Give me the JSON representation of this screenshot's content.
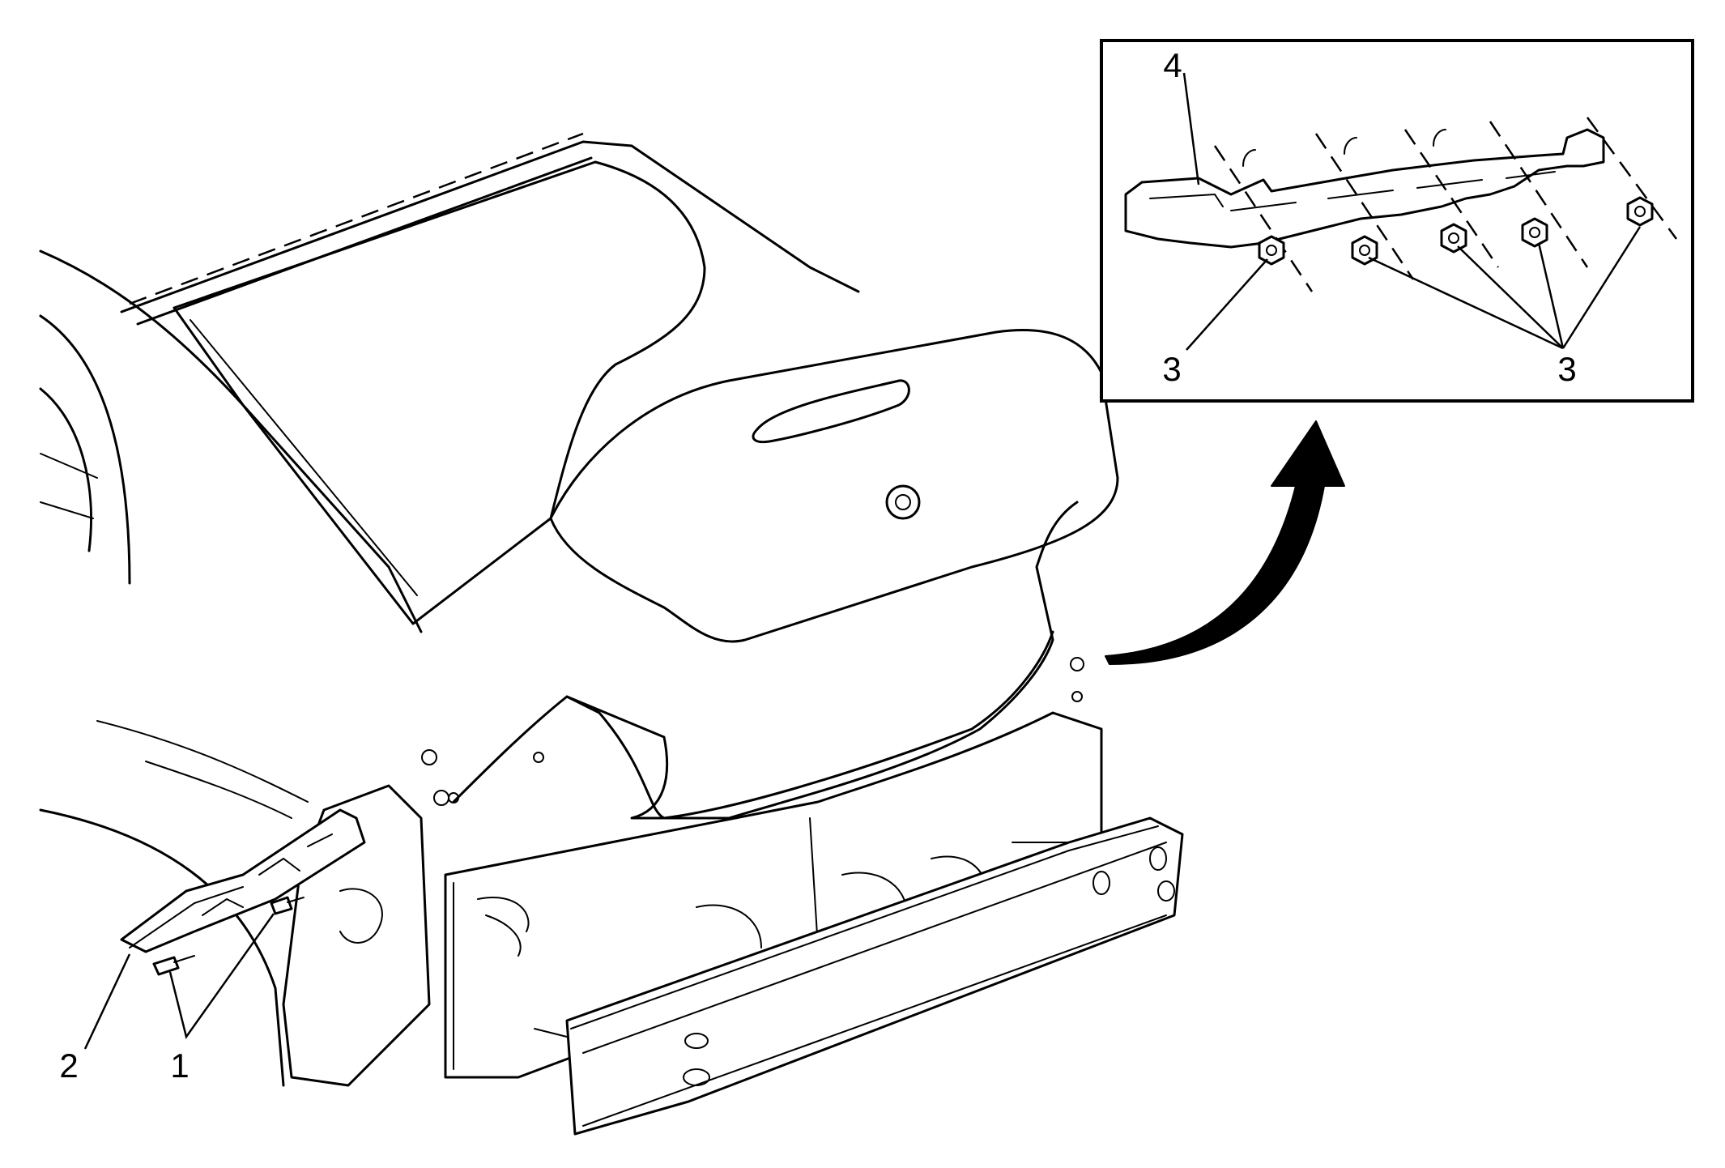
{
  "callouts": {
    "label_1": "1",
    "label_2": "2",
    "label_3_left": "3",
    "label_3_right": "3",
    "label_4": "4"
  }
}
